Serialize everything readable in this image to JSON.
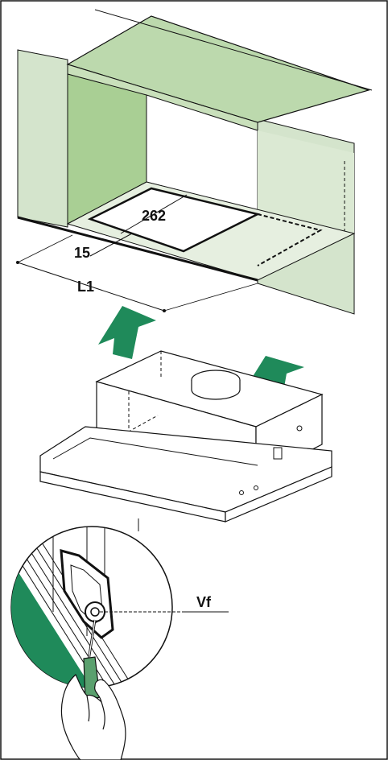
{
  "labels": {
    "depth": "262",
    "offset": "15",
    "width": "L1",
    "screw": "Vf"
  },
  "colors": {
    "wall_light": "#d4e4cc",
    "wall_mid": "#a9cf94",
    "cabinet_top": "#bcd9ad",
    "accent_green": "#1f8a5a",
    "hood_body": "#ffffff",
    "line": "#111111"
  },
  "icons": [
    "up-arrow-icon",
    "screwdriver-icon",
    "hand-icon",
    "magnifier-circle-icon"
  ]
}
